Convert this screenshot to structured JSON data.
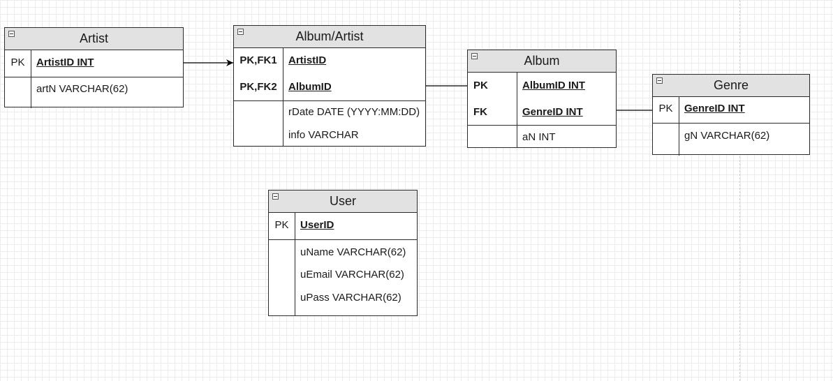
{
  "entities": {
    "artist": {
      "title": "Artist",
      "keys": [
        {
          "key": "PK",
          "name": "ArtistID INT"
        }
      ],
      "attributes": [
        "artN VARCHAR(62)"
      ]
    },
    "album_artist": {
      "title": "Album/Artist",
      "keys": [
        {
          "key": "PK,FK1",
          "name": "ArtistID"
        },
        {
          "key": "PK,FK2",
          "name": "AlbumID"
        }
      ],
      "attributes": [
        "rDate DATE (YYYY:MM:DD)",
        "info VARCHAR"
      ]
    },
    "album": {
      "title": "Album",
      "keys": [
        {
          "key": "PK",
          "name": "AlbumID INT "
        },
        {
          "key": "FK",
          "name": "GenreID INT"
        }
      ],
      "attributes": [
        "aN INT"
      ]
    },
    "genre": {
      "title": "Genre",
      "keys": [
        {
          "key": "PK",
          "name": "GenreID INT"
        }
      ],
      "attributes": [
        "gN VARCHAR(62)"
      ]
    },
    "user": {
      "title": "User",
      "keys": [
        {
          "key": "PK",
          "name": "UserID"
        }
      ],
      "attributes": [
        "uName VARCHAR(62)",
        "uEmail VARCHAR(62)",
        "uPass VARCHAR(62)"
      ]
    }
  },
  "relationships": [
    {
      "from": "Artist",
      "to": "Album/Artist"
    },
    {
      "from": "Album",
      "to": "Album/Artist"
    },
    {
      "from": "Genre",
      "to": "Album"
    }
  ]
}
